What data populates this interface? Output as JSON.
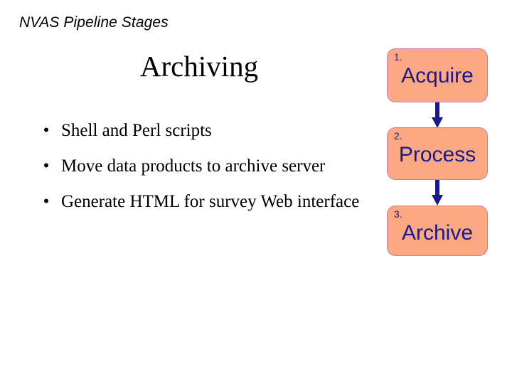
{
  "header": {
    "text": "NVAS Pipeline Stages"
  },
  "slide": {
    "title": "Archiving",
    "background_color": "#ffffff",
    "text_color": "#000000"
  },
  "bullets": {
    "marker": "•",
    "items": [
      {
        "text": "Shell and Perl scripts"
      },
      {
        "text": "Move data products to archive server"
      },
      {
        "text": "Generate HTML for survey Web interface"
      }
    ]
  },
  "flowchart": {
    "box_fill_color": "#fca882",
    "box_border_color": "#c87fa8",
    "text_color": "#1a1a8c",
    "arrow_color": "#1a1a8c",
    "steps": [
      {
        "number": "1.",
        "label": "Acquire"
      },
      {
        "number": "2.",
        "label": "Process"
      },
      {
        "number": "3.",
        "label": "Archive"
      }
    ],
    "connectors": [
      {
        "from": "1.",
        "to": "2.",
        "icon": "arrow-down-icon"
      },
      {
        "from": "2.",
        "to": "3.",
        "icon": "arrow-down-icon"
      }
    ]
  }
}
